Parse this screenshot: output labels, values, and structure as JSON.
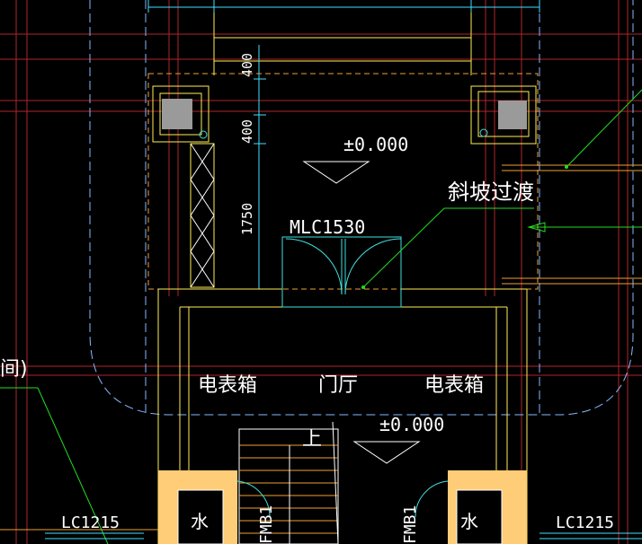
{
  "drawing": {
    "colors": {
      "background": "#000000",
      "grid_red": "#b0262a",
      "wall_yellow": "#ffee55",
      "wall_orange": "#f0a030",
      "dim_cyan": "#40e0ff",
      "leader_green": "#22dd22",
      "column_fill": "#9a9a9a",
      "hatch": "#ffffff",
      "door_cyan": "#40e0e0",
      "outline_dash": "#88b8ff",
      "water_fill": "#ffcc77"
    },
    "labels": {
      "elev_top": "±0.000",
      "elev_bottom": "±0.000",
      "slope_transition": "斜坡过渡",
      "door_code": "MLC1530",
      "meter_box_left": "电表箱",
      "meter_box_right": "电表箱",
      "lobby": "门厅",
      "stair_up": "上",
      "window_left": "LC1215",
      "window_right": "LC1215",
      "fire_door_left": "FMB1",
      "fire_door_right": "FMB1",
      "water_left": "水",
      "water_right": "水",
      "partial_left": "间)"
    },
    "dimensions": {
      "dim_400_top": "400",
      "dim_400_mid": "400",
      "dim_1750": "1750"
    }
  }
}
